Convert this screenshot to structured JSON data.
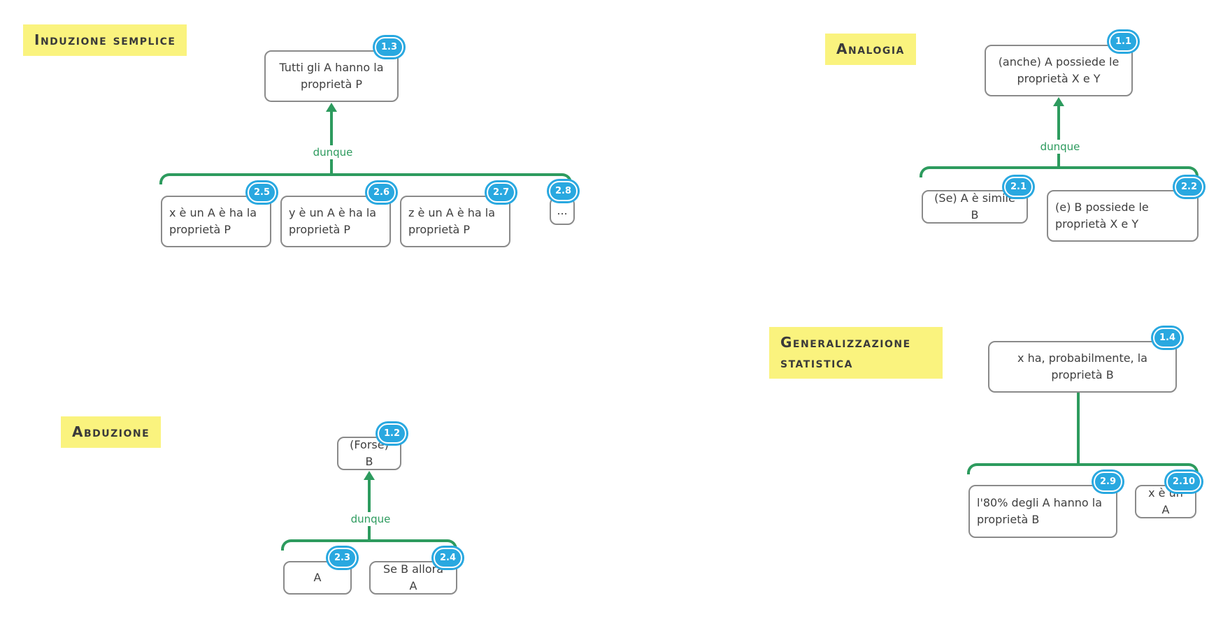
{
  "colors": {
    "accent_green": "#2d9b5e",
    "badge_blue": "#29a8e0",
    "label_yellow": "#faf37e",
    "box_border": "#8a8a8a",
    "text_dark": "#3f3f3f"
  },
  "sections": {
    "induzione": {
      "label": "Induzione semplice",
      "connector_label": "dunque",
      "conclusion": {
        "id": "1.3",
        "text": "Tutti gli A hanno la proprietà P"
      },
      "premises": [
        {
          "id": "2.5",
          "text": "x è un A è ha la proprietà P"
        },
        {
          "id": "2.6",
          "text": "y è un A è ha la proprietà P"
        },
        {
          "id": "2.7",
          "text": "z è un A è ha la proprietà P"
        },
        {
          "id": "2.8",
          "text": "..."
        }
      ]
    },
    "analogia": {
      "label": "Analogia",
      "connector_label": "dunque",
      "conclusion": {
        "id": "1.1",
        "text": "(anche) A possiede le proprietà X e Y"
      },
      "premises": [
        {
          "id": "2.1",
          "text": "(Se) A è simile B"
        },
        {
          "id": "2.2",
          "text": "(e) B possiede le proprietà X e Y"
        }
      ]
    },
    "abduzione": {
      "label": "Abduzione",
      "connector_label": "dunque",
      "conclusion": {
        "id": "1.2",
        "text": "(Forse) B"
      },
      "premises": [
        {
          "id": "2.3",
          "text": "A"
        },
        {
          "id": "2.4",
          "text": "Se B allora A"
        }
      ]
    },
    "generalizzazione": {
      "label": "Generalizzazione statistica",
      "connector_label": "",
      "conclusion": {
        "id": "1.4",
        "text": "x ha, probabilmente, la proprietà B"
      },
      "premises": [
        {
          "id": "2.9",
          "text": "l'80% degli A hanno la proprietà B"
        },
        {
          "id": "2.10",
          "text": "x è un A"
        }
      ]
    }
  }
}
